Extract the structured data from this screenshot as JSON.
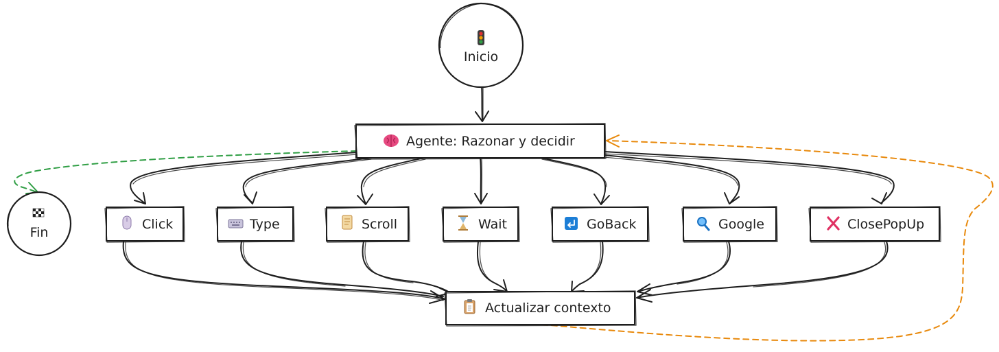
{
  "colors": {
    "stroke": "#1e1e1e",
    "finish_edge": "#2f9e44",
    "loop_edge": "#e8890c",
    "brain": "#e64980",
    "close_x": "#e03163",
    "goback_icon": "#1c7ed6",
    "search_icon": "#1971c2",
    "scroll_icon": "#e9b96e",
    "hourglass_icon": "#8fb9d9"
  },
  "nodes": {
    "start": {
      "icon": "traffic-light-icon",
      "label": "Inicio"
    },
    "agent": {
      "icon": "brain-icon",
      "label": "Agente: Razonar y decidir"
    },
    "finish": {
      "icon": "checkered-flag-icon",
      "label": "Fin"
    },
    "update": {
      "icon": "clipboard-icon",
      "label": "Actualizar contexto"
    },
    "actions": [
      {
        "key": "click",
        "icon": "mouse-icon",
        "label": "Click"
      },
      {
        "key": "type",
        "icon": "keyboard-icon",
        "label": "Type"
      },
      {
        "key": "scroll",
        "icon": "scroll-icon",
        "label": "Scroll"
      },
      {
        "key": "wait",
        "icon": "hourglass-icon",
        "label": "Wait"
      },
      {
        "key": "goback",
        "icon": "return-arrow-icon",
        "label": "GoBack"
      },
      {
        "key": "google",
        "icon": "magnifier-icon",
        "label": "Google"
      },
      {
        "key": "closepopup",
        "icon": "cross-mark-icon",
        "label": "ClosePopUp"
      }
    ]
  }
}
